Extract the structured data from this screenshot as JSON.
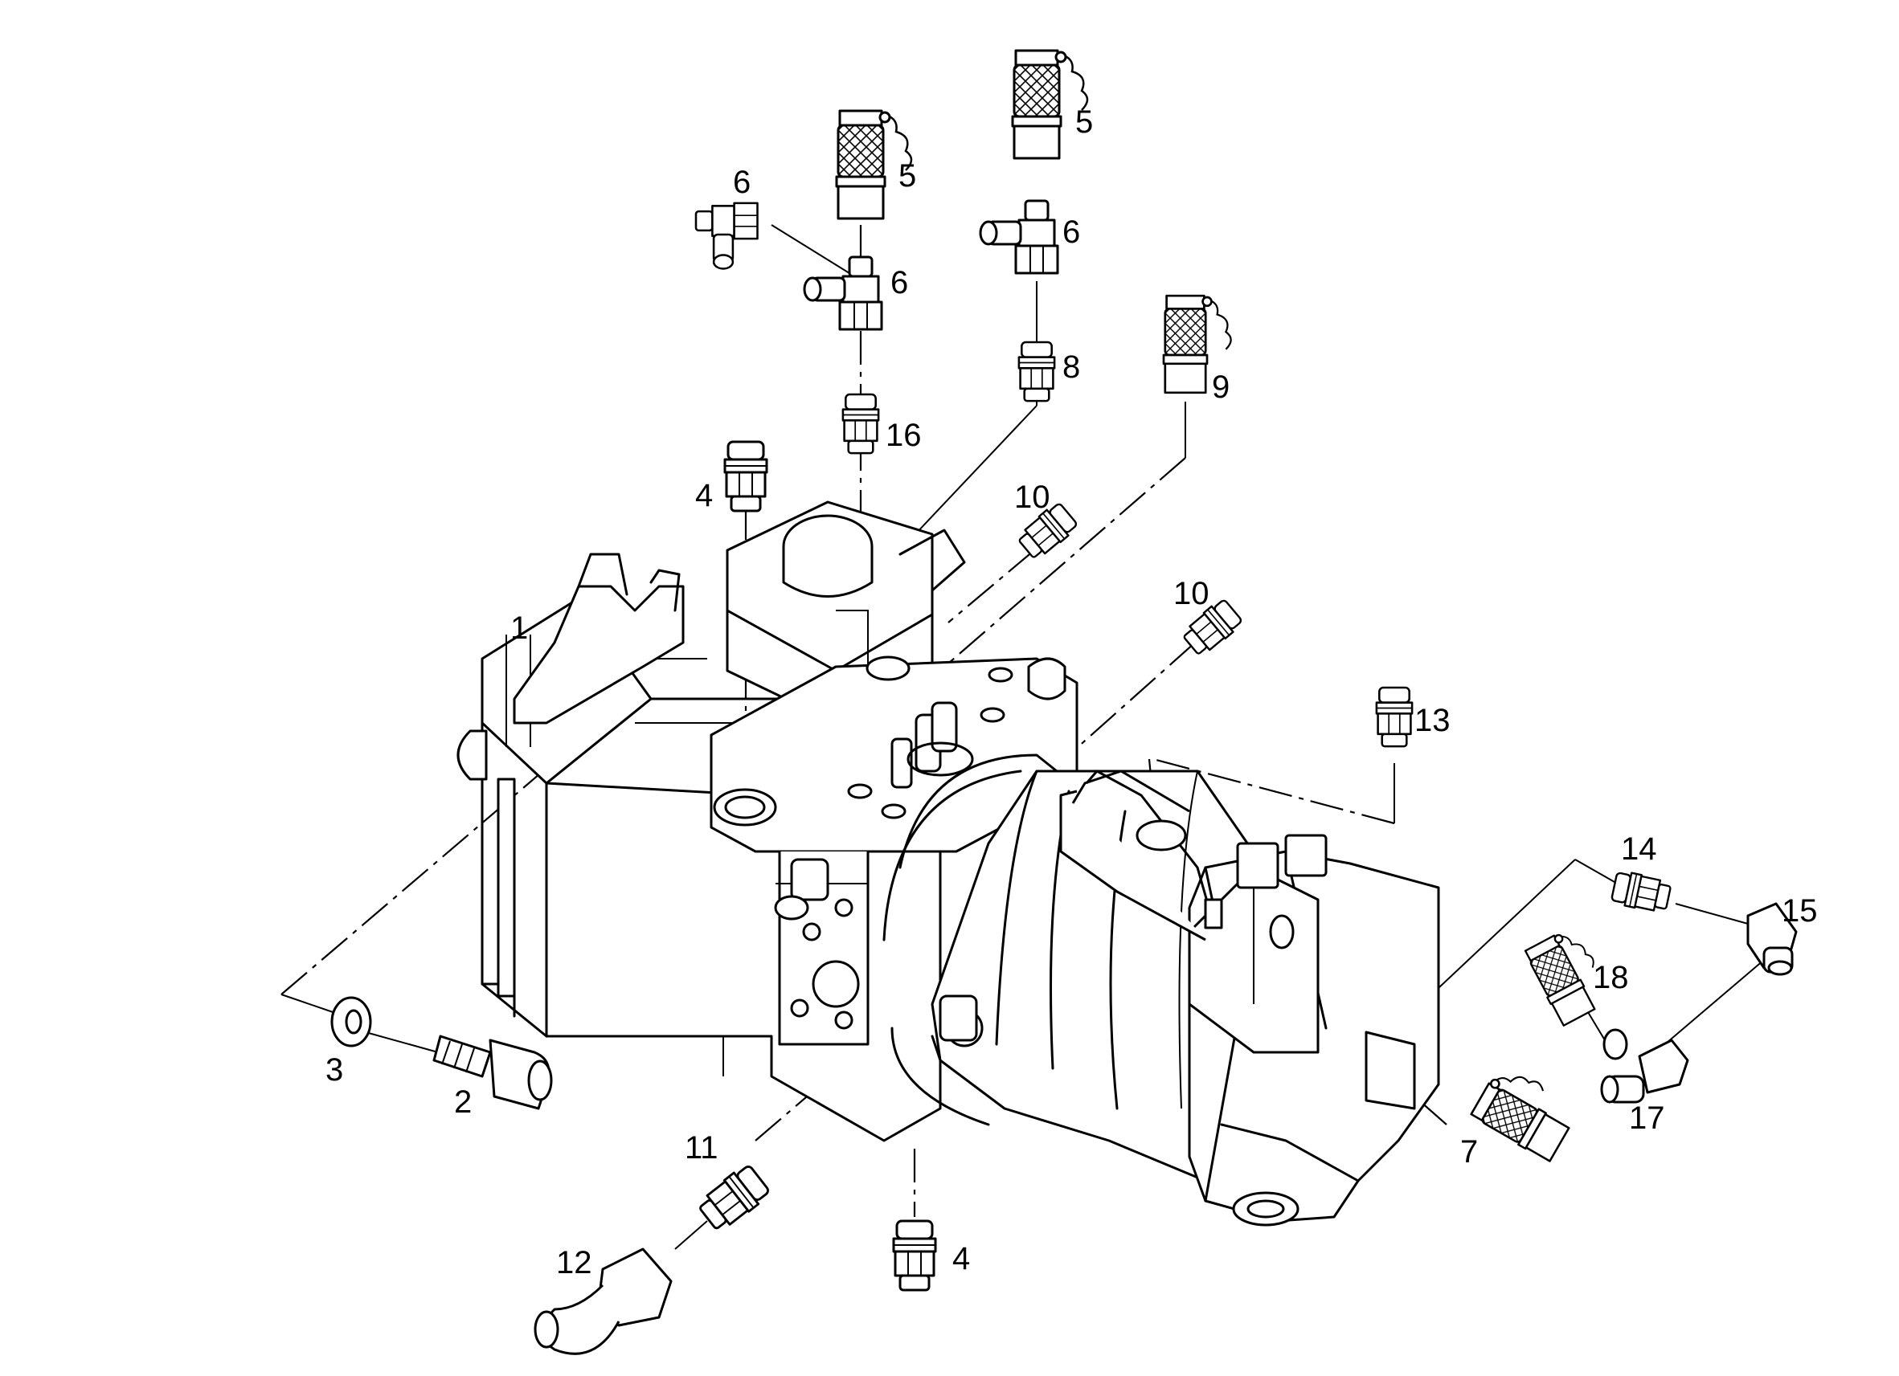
{
  "callouts": [
    {
      "id": "c1",
      "text": "1"
    },
    {
      "id": "c2",
      "text": "2"
    },
    {
      "id": "c3",
      "text": "3"
    },
    {
      "id": "c4a",
      "text": "4"
    },
    {
      "id": "c4b",
      "text": "4"
    },
    {
      "id": "c5a",
      "text": "5"
    },
    {
      "id": "c5b",
      "text": "5"
    },
    {
      "id": "c6a",
      "text": "6"
    },
    {
      "id": "c6b",
      "text": "6"
    },
    {
      "id": "c6c",
      "text": "6"
    },
    {
      "id": "c7",
      "text": "7"
    },
    {
      "id": "c8",
      "text": "8"
    },
    {
      "id": "c9",
      "text": "9"
    },
    {
      "id": "c10a",
      "text": "10"
    },
    {
      "id": "c10b",
      "text": "10"
    },
    {
      "id": "c11",
      "text": "11"
    },
    {
      "id": "c12",
      "text": "12"
    },
    {
      "id": "c13",
      "text": "13"
    },
    {
      "id": "c14",
      "text": "14"
    },
    {
      "id": "c15",
      "text": "15"
    },
    {
      "id": "c16",
      "text": "16"
    },
    {
      "id": "c17",
      "text": "17"
    },
    {
      "id": "c18",
      "text": "18"
    }
  ]
}
